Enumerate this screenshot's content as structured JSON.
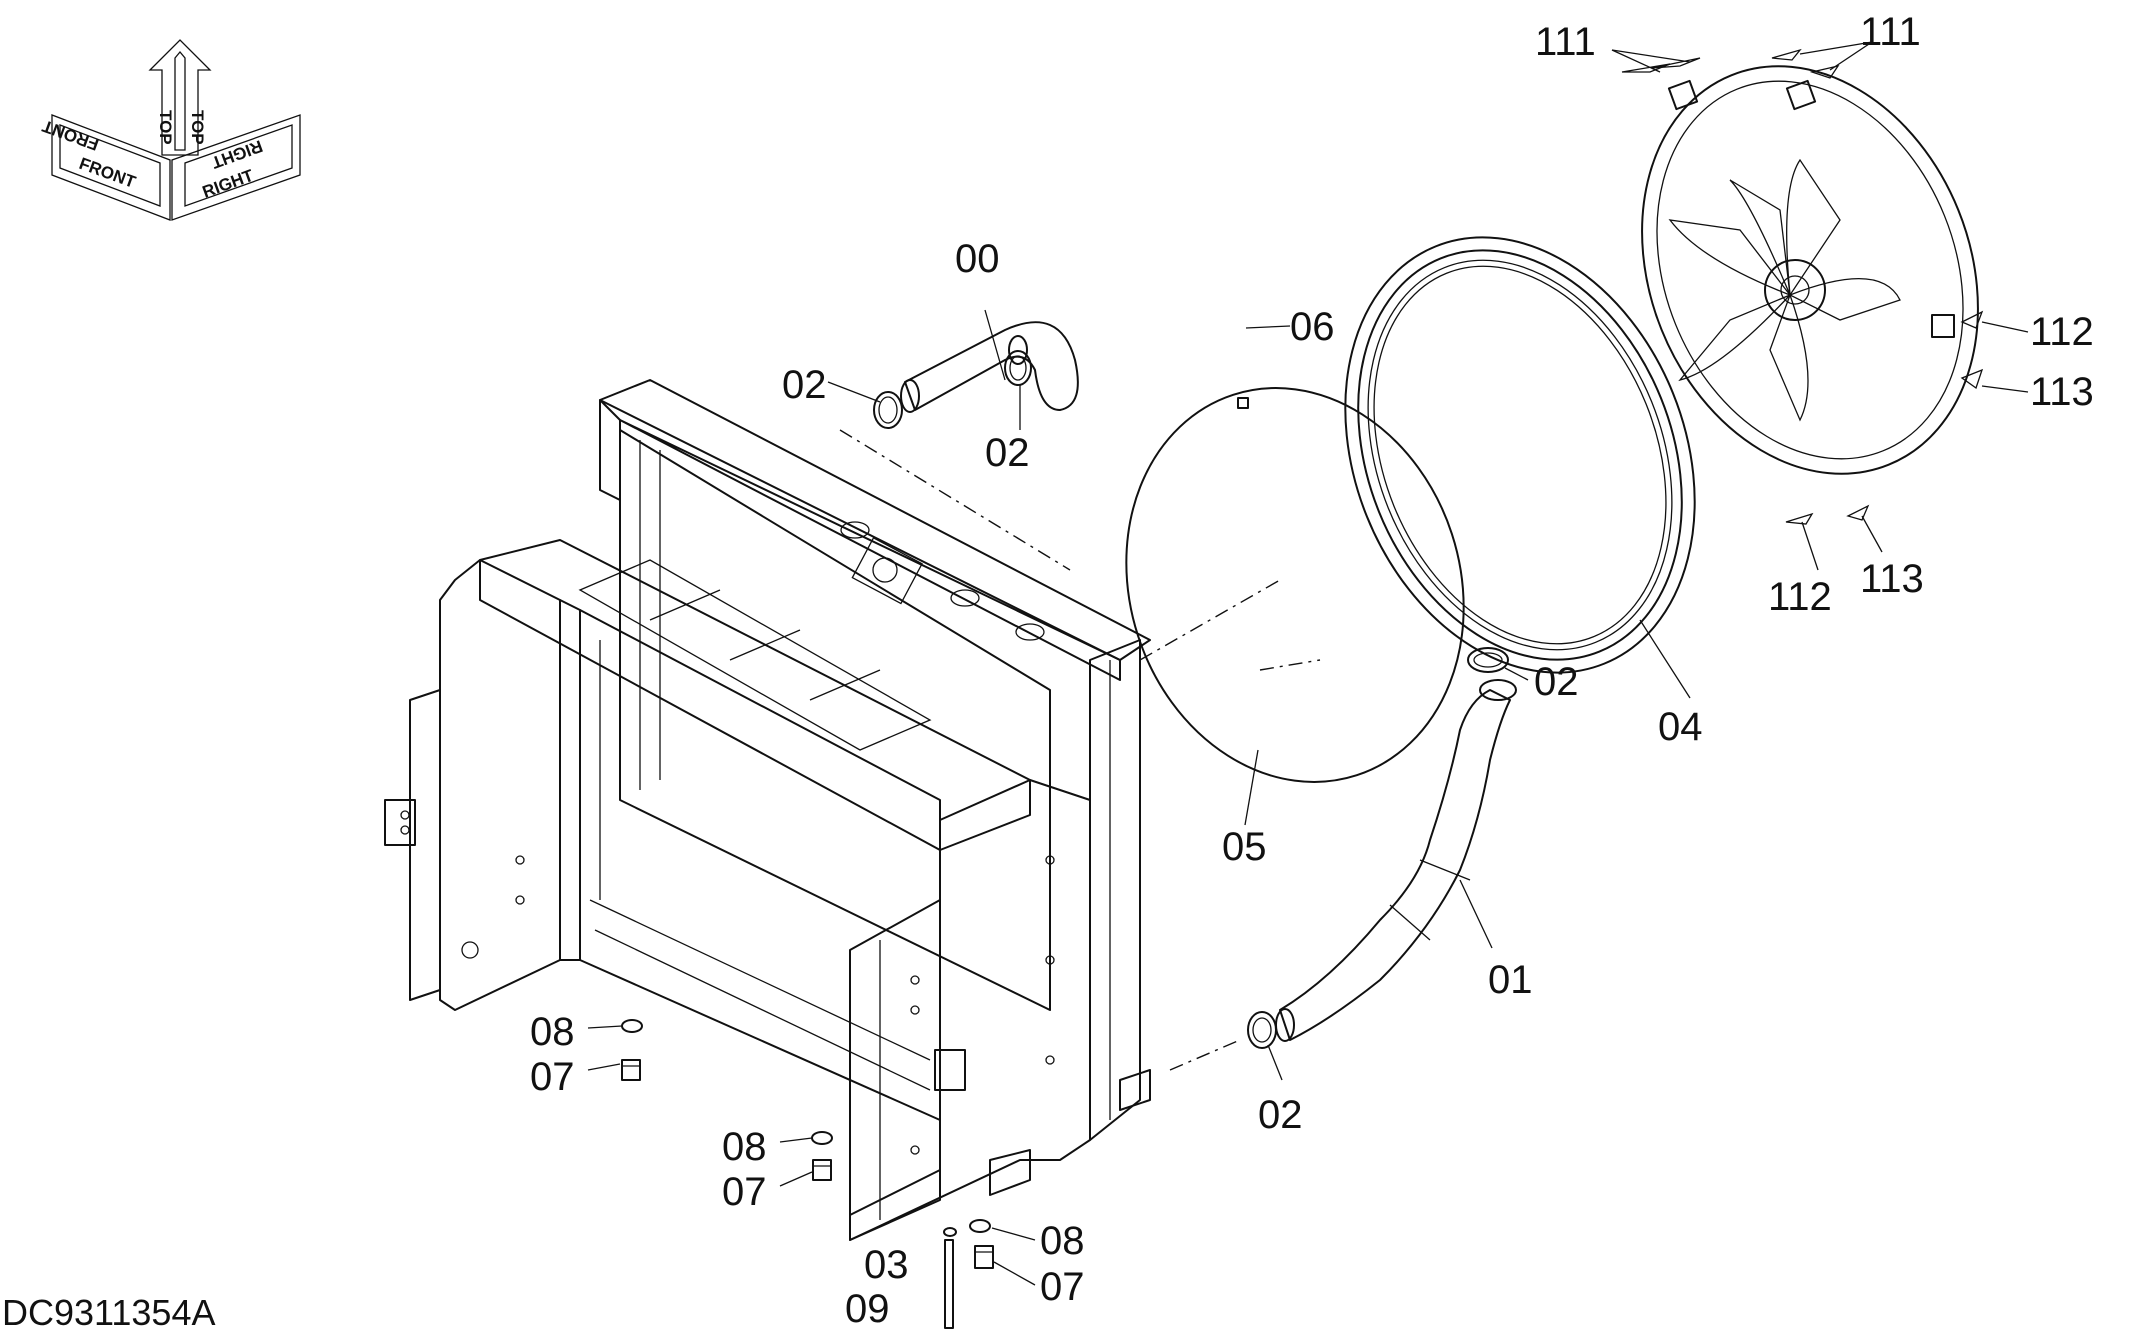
{
  "drawing_id": "DC9311354A",
  "orientation": {
    "front": "FRONT",
    "top": "TOP",
    "right": "RIGHT"
  },
  "callouts": {
    "c00": "00",
    "c01": "01",
    "c02a": "02",
    "c02b": "02",
    "c02c": "02",
    "c02d": "02",
    "c03": "03",
    "c04": "04",
    "c05": "05",
    "c06": "06",
    "c07a": "07",
    "c07b": "07",
    "c07c": "07",
    "c08a": "08",
    "c08b": "08",
    "c08c": "08",
    "c09": "09",
    "c111a": "111",
    "c111b": "111",
    "c112a": "112",
    "c112b": "112",
    "c113a": "113",
    "c113b": "113"
  }
}
